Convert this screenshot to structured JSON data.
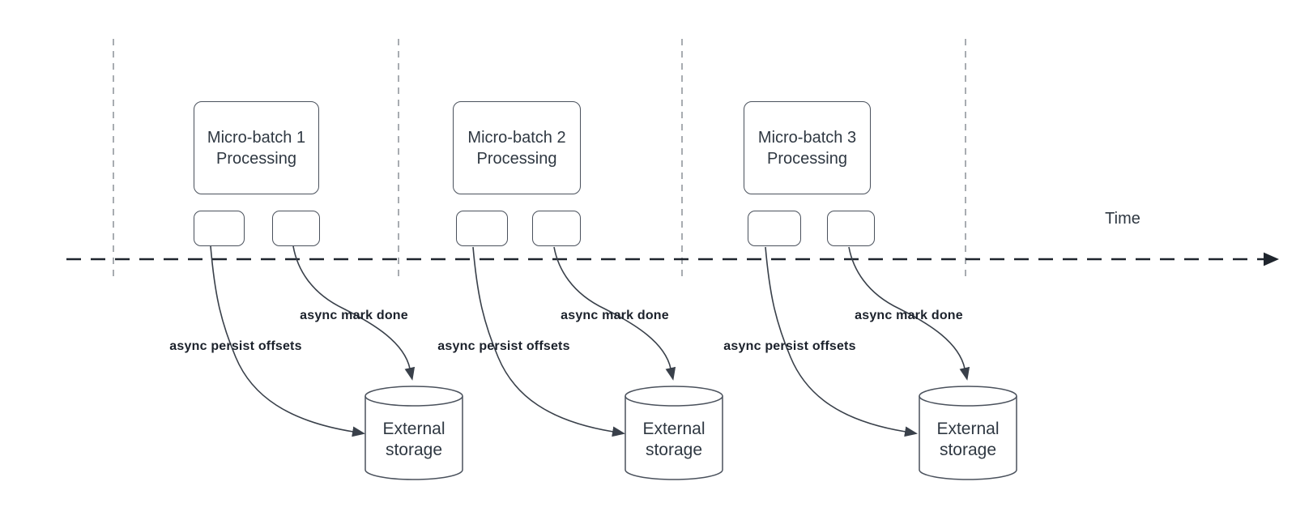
{
  "diagram": {
    "time_axis_label": "Time"
  },
  "groups": [
    {
      "box_title": "Micro-batch 1\nProcessing",
      "persist_label": "async persist offsets",
      "markdone_label": "async mark done",
      "storage_label": "External\nstorage"
    },
    {
      "box_title": "Micro-batch 2\nProcessing",
      "persist_label": "async persist offsets",
      "markdone_label": "async mark done",
      "storage_label": "External\nstorage"
    },
    {
      "box_title": "Micro-batch 3\nProcessing",
      "persist_label": "async persist offsets",
      "markdone_label": "async mark done",
      "storage_label": "External\nstorage"
    }
  ],
  "colors": {
    "shape_stroke": "#4a515c",
    "arrow_stroke": "#39404a",
    "axis_color": "#1f252d",
    "guide_color": "#a8acb1",
    "box_text": "#2f3842",
    "label_color": "#1b212b"
  }
}
